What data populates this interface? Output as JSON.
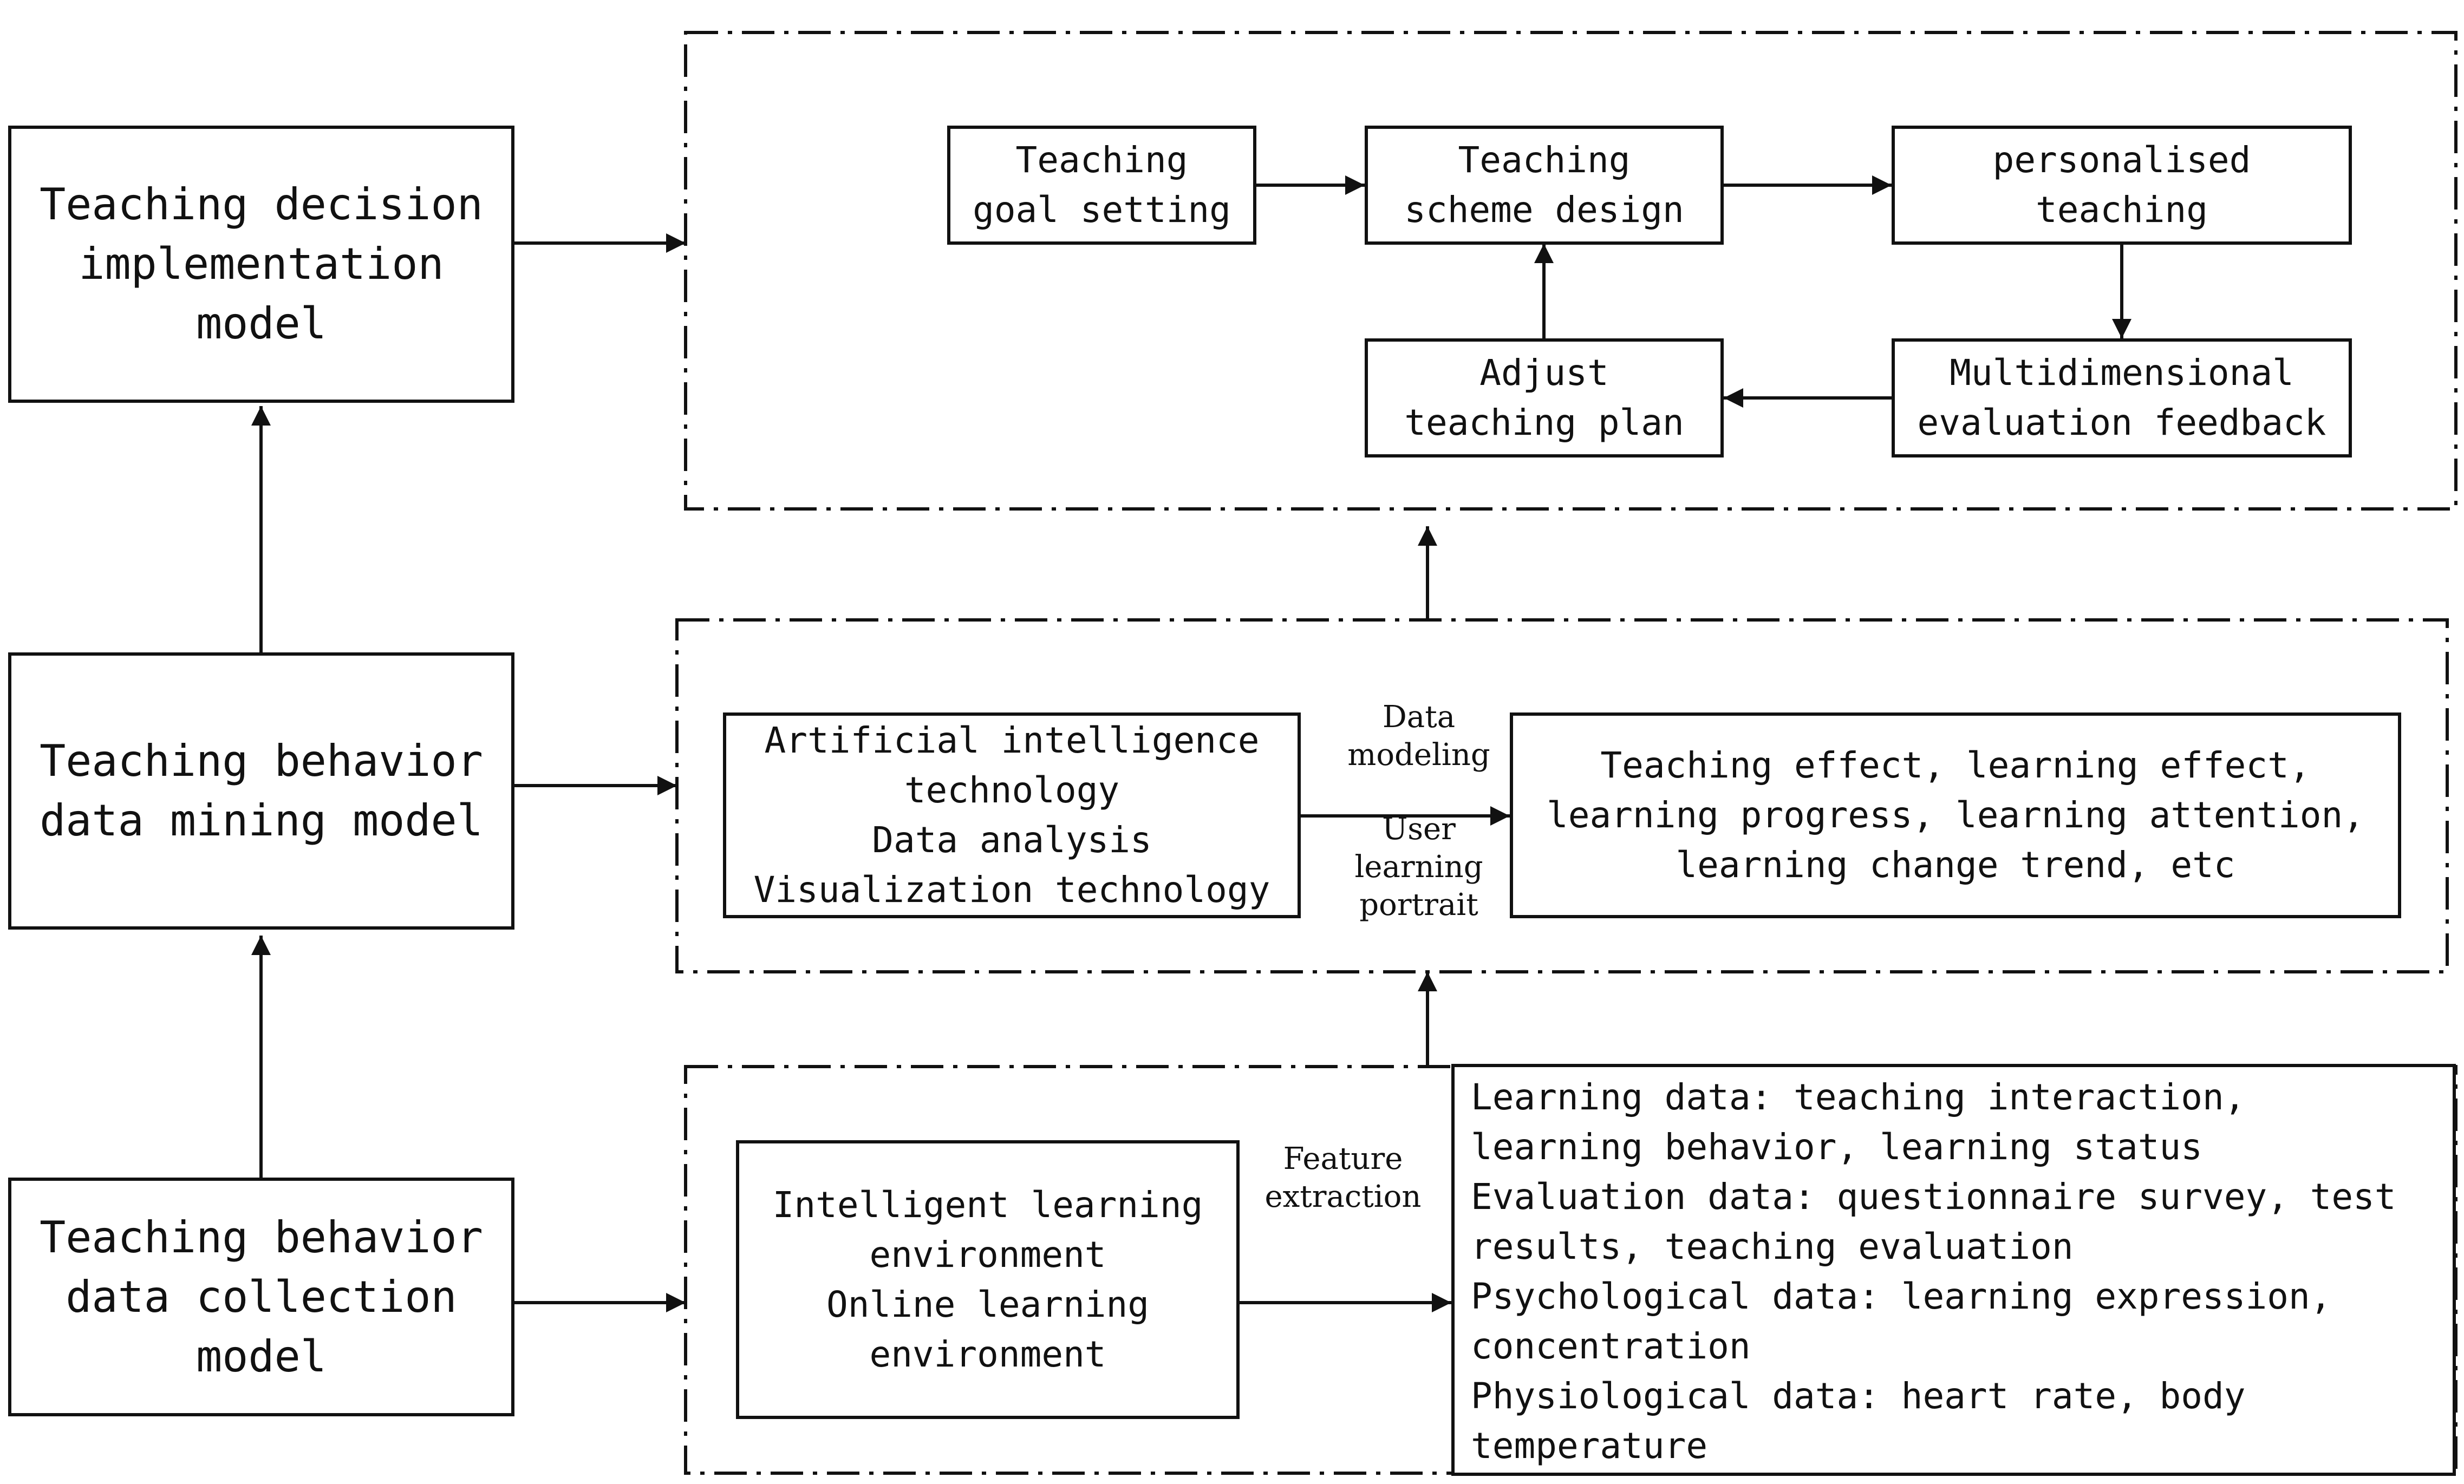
{
  "layers": {
    "decision": "Teaching decision\nimplementation\nmodel",
    "mining": "Teaching behavior\ndata mining model",
    "collection": "Teaching behavior\ndata collection\nmodel"
  },
  "decision_panel": {
    "goal": "Teaching\ngoal setting",
    "scheme": "Teaching\nscheme design",
    "personalised": "personalised\nteaching",
    "evaluation": "Multidimensional\nevaluation feedback",
    "adjust": "Adjust\nteaching plan"
  },
  "mining_panel": {
    "techniques": "Artificial intelligence\ntechnology\nData analysis\nVisualization technology",
    "label_top": "Data\nmodeling",
    "label_bottom": "User\nlearning\nportrait",
    "effects": "Teaching effect, learning effect,\nlearning progress, learning attention,\nlearning change trend, etc"
  },
  "collection_panel": {
    "environment": "Intelligent learning\nenvironment\nOnline learning\nenvironment",
    "label": "Feature\nextraction",
    "data_types": "Learning data: teaching interaction,\nlearning behavior, learning status\nEvaluation data: questionnaire survey, test\nresults, teaching evaluation\nPsychological data: learning expression,\nconcentration\nPhysiological data: heart rate, body\ntemperature"
  }
}
